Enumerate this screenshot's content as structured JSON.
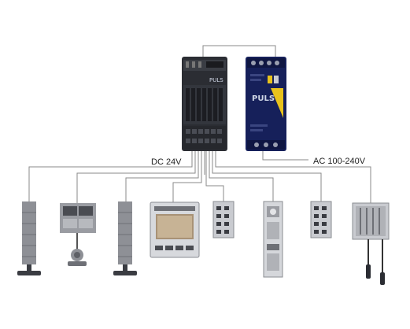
{
  "labels": {
    "dc_voltage": "DC 24V",
    "ac_voltage": "AC 100-240V"
  },
  "psu": {
    "brand": "PULS"
  },
  "controller": {
    "brand": "PULS"
  },
  "devices": [
    {
      "name": "signal-tower-left"
    },
    {
      "name": "alarm-panel-with-beacon"
    },
    {
      "name": "signal-tower-middle"
    },
    {
      "name": "display-monitor"
    },
    {
      "name": "small-io-module-1"
    },
    {
      "name": "din-rail-module"
    },
    {
      "name": "small-io-module-2"
    },
    {
      "name": "sensor-junction-box"
    }
  ],
  "colors": {
    "line": "#888888",
    "device_dark": "#2b2d33",
    "device_grey": "#c9cbd0",
    "psu_blue": "#16205a",
    "accent_yellow": "#e8c21c"
  }
}
